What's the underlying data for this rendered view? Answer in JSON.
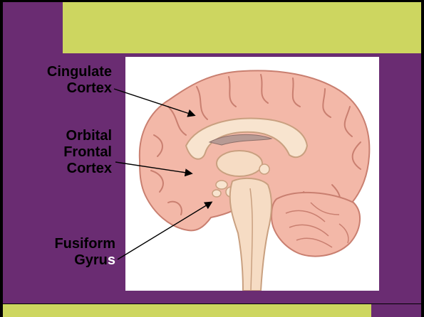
{
  "labels": {
    "cingulate": {
      "line1": "Cingulate",
      "line2": "Cortex"
    },
    "orbital": {
      "line1": "Orbital",
      "line2": "Frontal",
      "line3": "Cortex"
    },
    "fusiform": {
      "line1": "Fusiform",
      "line2_main": "Gyru",
      "line2_highlight": "s"
    }
  },
  "colors": {
    "slide_background": "#6a2c72",
    "accent_bar": "#cdd660",
    "brain_cortex": "#f3b8a8",
    "brain_outline": "#c97f70",
    "brainstem": "#f6dcc4"
  }
}
